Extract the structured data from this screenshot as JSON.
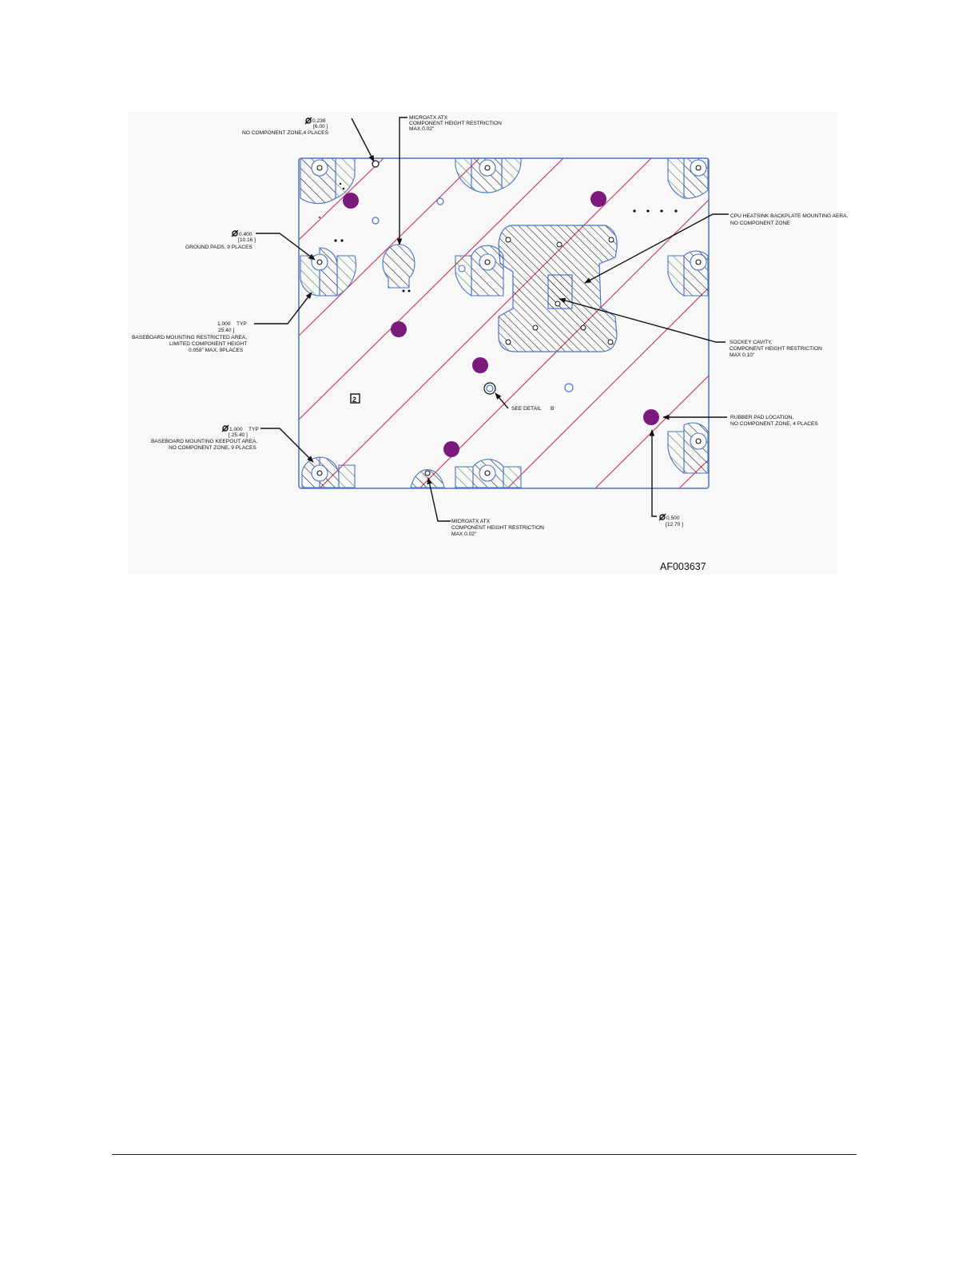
{
  "figure": {
    "id": "AF003637",
    "colors": {
      "board_outline": "#4a73c8",
      "restricted_hatch": "#c8325a",
      "keepout_hatch": "#3a8a2a",
      "rubber_pad": "#7b1a7a",
      "leader": "#111111"
    },
    "callouts": {
      "hole_236": {
        "dia": "0.236",
        "metric": "[6.00 ]",
        "desc": "NO COMPONENT ZONE,4 PLACES"
      },
      "microatx_top": {
        "line1": "MICROATX ATX",
        "line2": "COMPONENT HEIGHT RESTRICTION",
        "line3": "MAX 0.02\""
      },
      "cpu_backplate": {
        "line1": "CPU HEATSINK BACKPLATE MOUNTING AERA,",
        "line2": "NO COMPONENT ZONE"
      },
      "ground_pads": {
        "dia": "0.400",
        "metric": "[10.16 ]",
        "desc": "GROUND PADS, 9 PLACES"
      },
      "restricted_area": {
        "dim": "1.000",
        "typ": "TYP",
        "metric": "25.40 ]",
        "line1": "BASEBOARD MOUNTING RESTRICTED AREA,",
        "line2": "LIMITED COMPONENT HEIGHT",
        "line3": "0.058\" MAX, 9PLACES"
      },
      "socket_cavity": {
        "line1": "SOCKEY CAVITY,",
        "line2": "COMPONENT HEIGHT RESTRICTION",
        "line3": "MAX 0.10\""
      },
      "see_detail": {
        "text": "SEE DETAIL",
        "letter": "B"
      },
      "rubber_pad": {
        "line1": "RUBBER PAD LOCATION,",
        "line2": "NO COMPONENT ZONE, 4 PLACES"
      },
      "keepout_area": {
        "dia": "1.000",
        "typ": "TYP",
        "metric": "[ 25.40 ]",
        "line1": "BASEBOARD MOUNTING KEEPOUT AREA,",
        "line2": "NO COMPONENT ZONE, 9 PLACES"
      },
      "microatx_bottom": {
        "line1": "MICROATX ATX",
        "line2": "COMPONENT HEIGHT RESTRICTION",
        "line3": "MAX 0.02\""
      },
      "pad_500": {
        "dia": "0.500",
        "metric": "[12.70 ]"
      }
    },
    "marker_label": "2"
  }
}
